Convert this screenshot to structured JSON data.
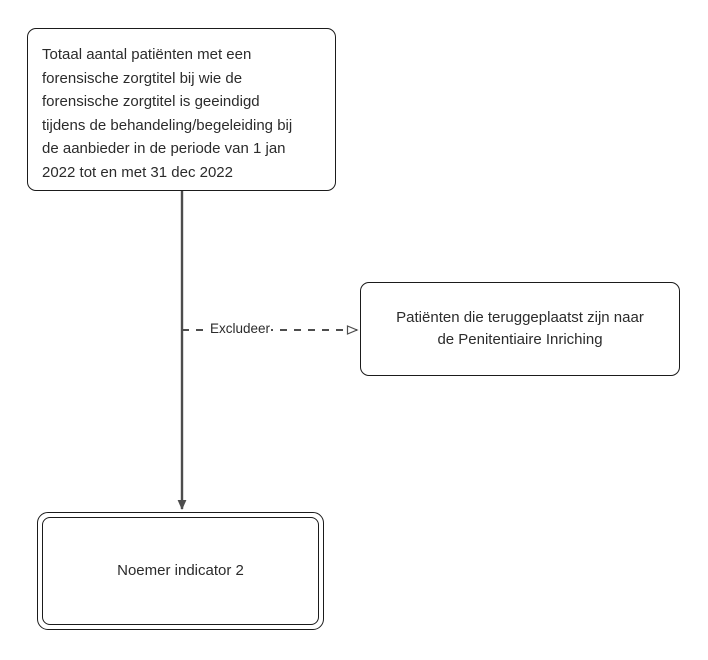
{
  "diagram": {
    "type": "flowchart",
    "orientation": "top-down",
    "background_color": "#ffffff",
    "node_border_color": "#1b1b1b",
    "edge_color": "#4d4d4d",
    "text_color": "#2b2b2b"
  },
  "nodes": {
    "population": {
      "id": "population",
      "shape": "rounded-rectangle",
      "text": "Totaal aantal patiënten met een\nforensische zorgtitel bij wie de\nforensische zorgtitel is geeindigd\ntijdens de behandeling/begeleiding bij\nde aanbieder in de periode van 1 jan\n2022 tot en met 31 dec 2022"
    },
    "exclusion": {
      "id": "exclusion",
      "shape": "rounded-rectangle",
      "text": "Patiënten die teruggeplaatst zijn naar\nde Penitentiaire Inriching"
    },
    "denominator": {
      "id": "denominator",
      "shape": "double-rounded-rectangle",
      "text": "Noemer indicator 2"
    }
  },
  "edges": [
    {
      "id": "population-to-denominator",
      "from": "population",
      "to": "denominator",
      "style": "solid",
      "arrowhead": "filled",
      "label": ""
    },
    {
      "id": "population-to-exclusion",
      "from": "population",
      "to": "exclusion",
      "style": "dashed",
      "arrowhead": "open",
      "label": "Excludeer"
    }
  ],
  "labels": {
    "excludeer": "Excludeer"
  }
}
